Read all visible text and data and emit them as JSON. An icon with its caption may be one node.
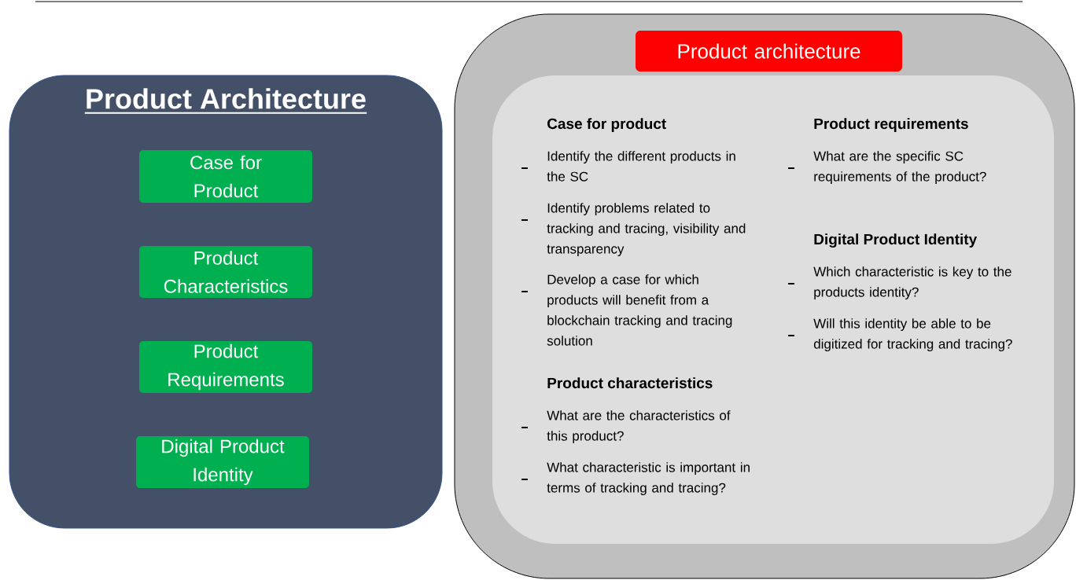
{
  "diagram": {
    "nodes": [
      {
        "text": [
          "Product Architecture"
        ]
      },
      {
        "text": [
          "Case for Product"
        ],
        "in": 0
      },
      {
        "text": [
          "Product Characteristics"
        ],
        "in": 0
      },
      {
        "text": [
          "Product Requirements"
        ],
        "in": 0
      },
      {
        "text": [
          "Digital Product Identity"
        ],
        "in": 0
      },
      {
        "text": [],
        "shape": "box"
      },
      {
        "text": [
          "Product architecture"
        ],
        "in": 5
      },
      {
        "text": [
          "Case for product",
          "Identify the different products in the SC",
          "Identify problems related to tracking and tracing, visibility and transparency",
          "Develop a case for which products will benefit from a blockchain tracking and tracing solution",
          "Product characteristics",
          "What are the characteristics of this product?",
          "What characteristic is important in terms of tracking and tracing?",
          "Product requirements",
          "What are the specific SC requirements of the product?",
          "Digital Product Identity",
          "Which characteristic is key to the products identity?",
          "Will this identity be able to be digitized for tracking and tracing?"
        ],
        "in": 5
      }
    ]
  }
}
